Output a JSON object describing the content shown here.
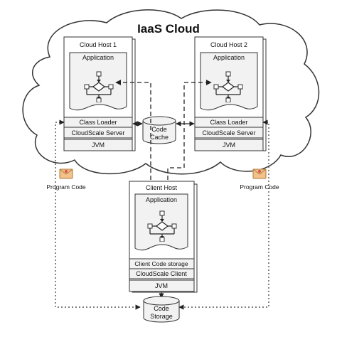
{
  "cloud": {
    "title": "IaaS Cloud"
  },
  "host1": {
    "title": "Cloud Host 1",
    "application": "Application",
    "class_loader": "Class Loader",
    "server": "CloudScale Server",
    "jvm": "JVM"
  },
  "host2": {
    "title": "Cloud Host 2",
    "application": "Application",
    "class_loader": "Class Loader",
    "server": "CloudScale Server",
    "jvm": "JVM"
  },
  "code_cache": {
    "line1": "Code",
    "line2": "Cache"
  },
  "client_host": {
    "title": "Client Host",
    "application": "Application",
    "code_storage": "Client Code storage",
    "client": "CloudScale Client",
    "jvm": "JVM"
  },
  "program_code_left": {
    "label": "Program Code"
  },
  "program_code_right": {
    "label": "Program Code"
  },
  "code_storage": {
    "line1": "Code",
    "line2": "Storage"
  },
  "colors": {
    "stroke": "#333333",
    "box_fill": "#f2f2f2",
    "cloud_fill": "#ffffff",
    "envelope": "#e8b06a"
  },
  "icons": {
    "program_code": "envelope-icon",
    "mini_flowchart": "flowchart-icon"
  }
}
